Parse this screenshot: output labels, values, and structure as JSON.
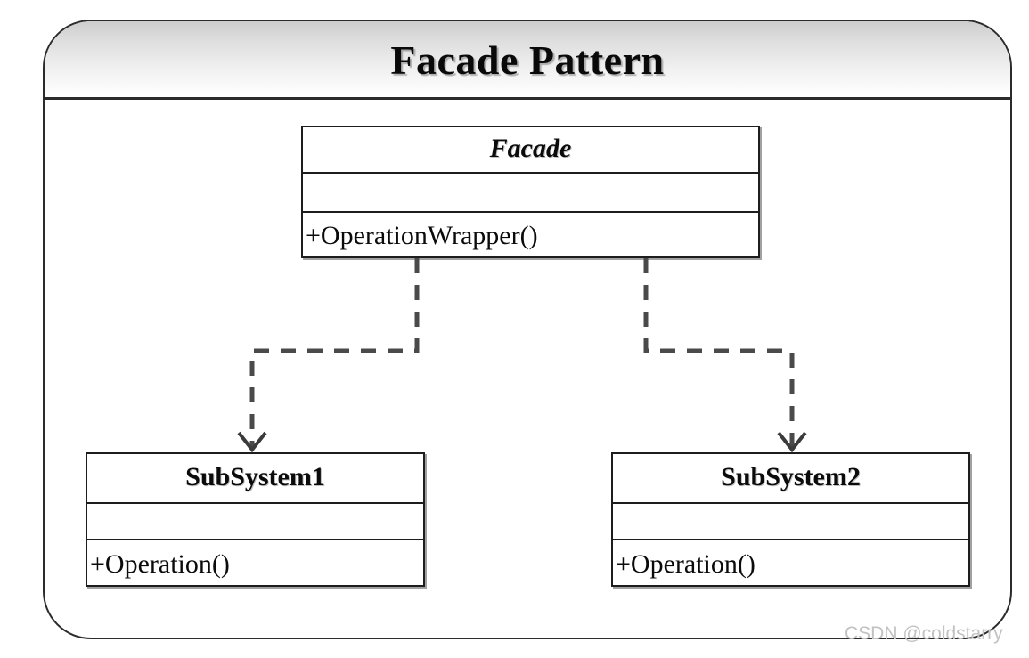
{
  "diagram": {
    "title": "Facade Pattern",
    "type": "uml-class-diagram",
    "watermark": "CSDN @coldstarry",
    "colors": {
      "frame_border": "#2b2b2b",
      "box_border": "#1d1d1d",
      "background": "#ffffff",
      "title_band_top": "#cdcdcd",
      "title_band_bottom": "#ffffff",
      "text": "#0b0b0b",
      "connector": "#4a4a4a",
      "watermark": "#c2c2c2"
    },
    "classes": [
      {
        "id": "facade",
        "name": "Facade",
        "name_style": "bold-italic",
        "attributes": [],
        "attributes_text": "",
        "operations": [
          "+OperationWrapper()"
        ],
        "operations_text": "+OperationWrapper()"
      },
      {
        "id": "subsystem1",
        "name": "SubSystem1",
        "name_style": "bold",
        "attributes": [],
        "attributes_text": "",
        "operations": [
          "+Operation()"
        ],
        "operations_text": "+Operation()"
      },
      {
        "id": "subsystem2",
        "name": "SubSystem2",
        "name_style": "bold",
        "attributes": [],
        "attributes_text": "",
        "operations": [
          "+Operation()"
        ],
        "operations_text": "+Operation()"
      }
    ],
    "connectors": [
      {
        "id": "facade-to-subsystem1",
        "from": "facade",
        "to": "subsystem1",
        "style": "dashed",
        "arrow": "open",
        "relation": "dependency",
        "label": ""
      },
      {
        "id": "facade-to-subsystem2",
        "from": "facade",
        "to": "subsystem2",
        "style": "dashed",
        "arrow": "open",
        "relation": "dependency",
        "label": ""
      }
    ]
  }
}
